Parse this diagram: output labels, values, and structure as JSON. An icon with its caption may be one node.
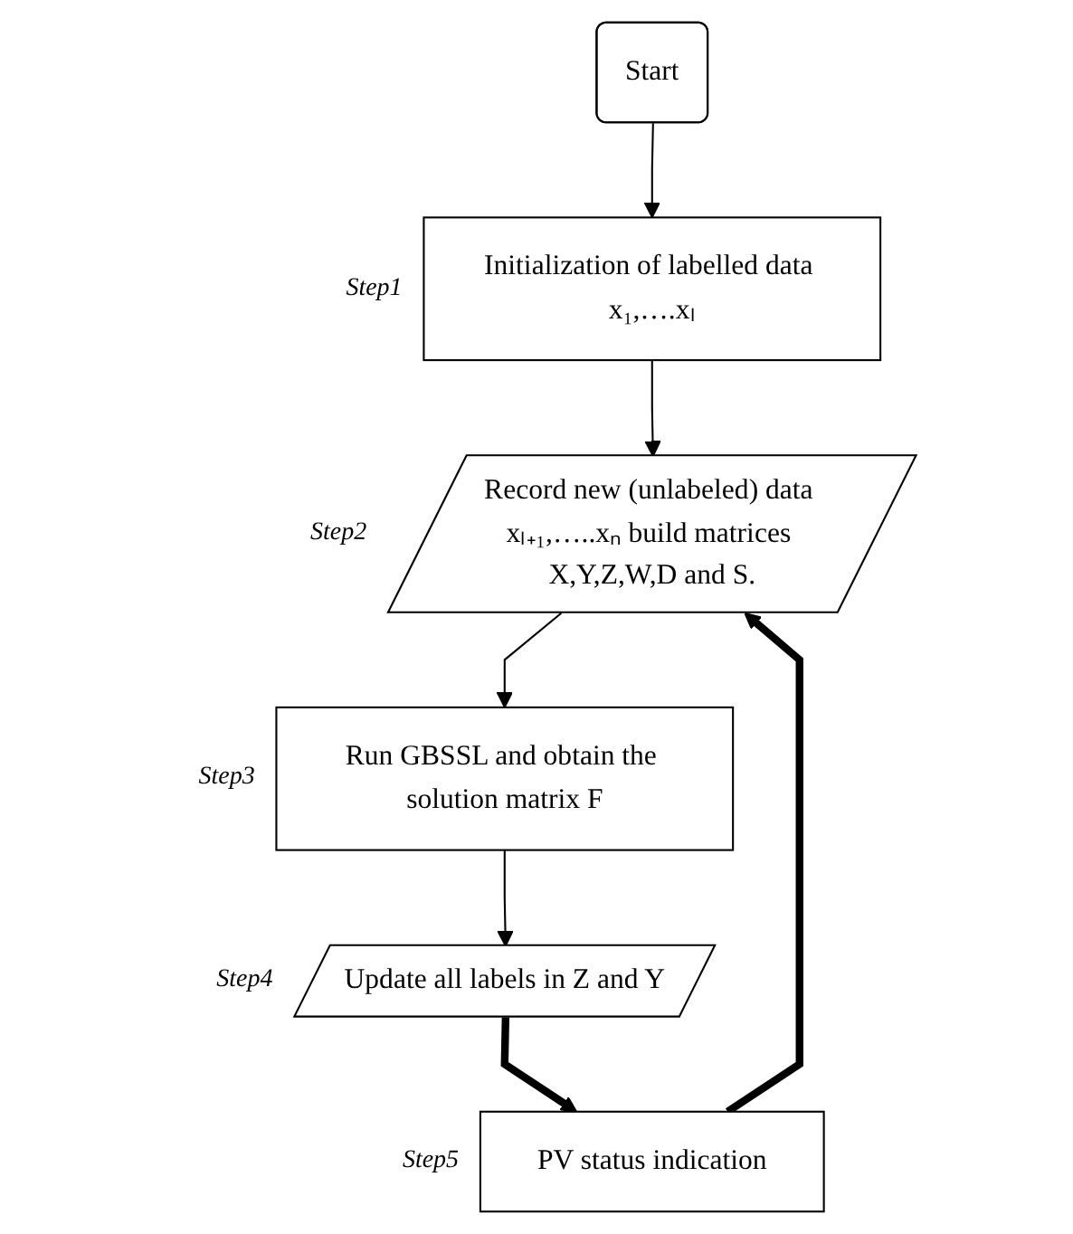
{
  "diagram": {
    "nodes": [
      {
        "text": [
          "Start"
        ]
      },
      {
        "text": [
          "Initialization of labelled data x₁,….xₗ"
        ],
        "beside": [
          "Step1"
        ]
      },
      {
        "text": [
          "Record new (unlabeled) data xₗ₊₁,…..xₙ build matrices X,Y,Z,W,D and S."
        ],
        "beside": [
          "Step2"
        ]
      },
      {
        "text": [
          "Run GBSSL and obtain the solution matrix F"
        ],
        "beside": [
          "Step3"
        ]
      },
      {
        "text": [
          "Update all labels in Z and Y"
        ],
        "beside": [
          "Step4"
        ]
      },
      {
        "text": [
          "PV status indication"
        ],
        "beside": [
          "Step5"
        ]
      }
    ],
    "edges": [
      {
        "from": 0,
        "to": 1,
        "arrow": "to"
      },
      {
        "from": 1,
        "to": 2,
        "arrow": "to"
      },
      {
        "from": 2,
        "to": 3,
        "arrow": "to"
      },
      {
        "from": 3,
        "to": 4,
        "arrow": "to"
      },
      {
        "from": 4,
        "to": 5,
        "arrow": "to",
        "style": "thick"
      },
      {
        "from": 5,
        "to": 2,
        "arrow": "to",
        "style": "thick"
      }
    ]
  }
}
